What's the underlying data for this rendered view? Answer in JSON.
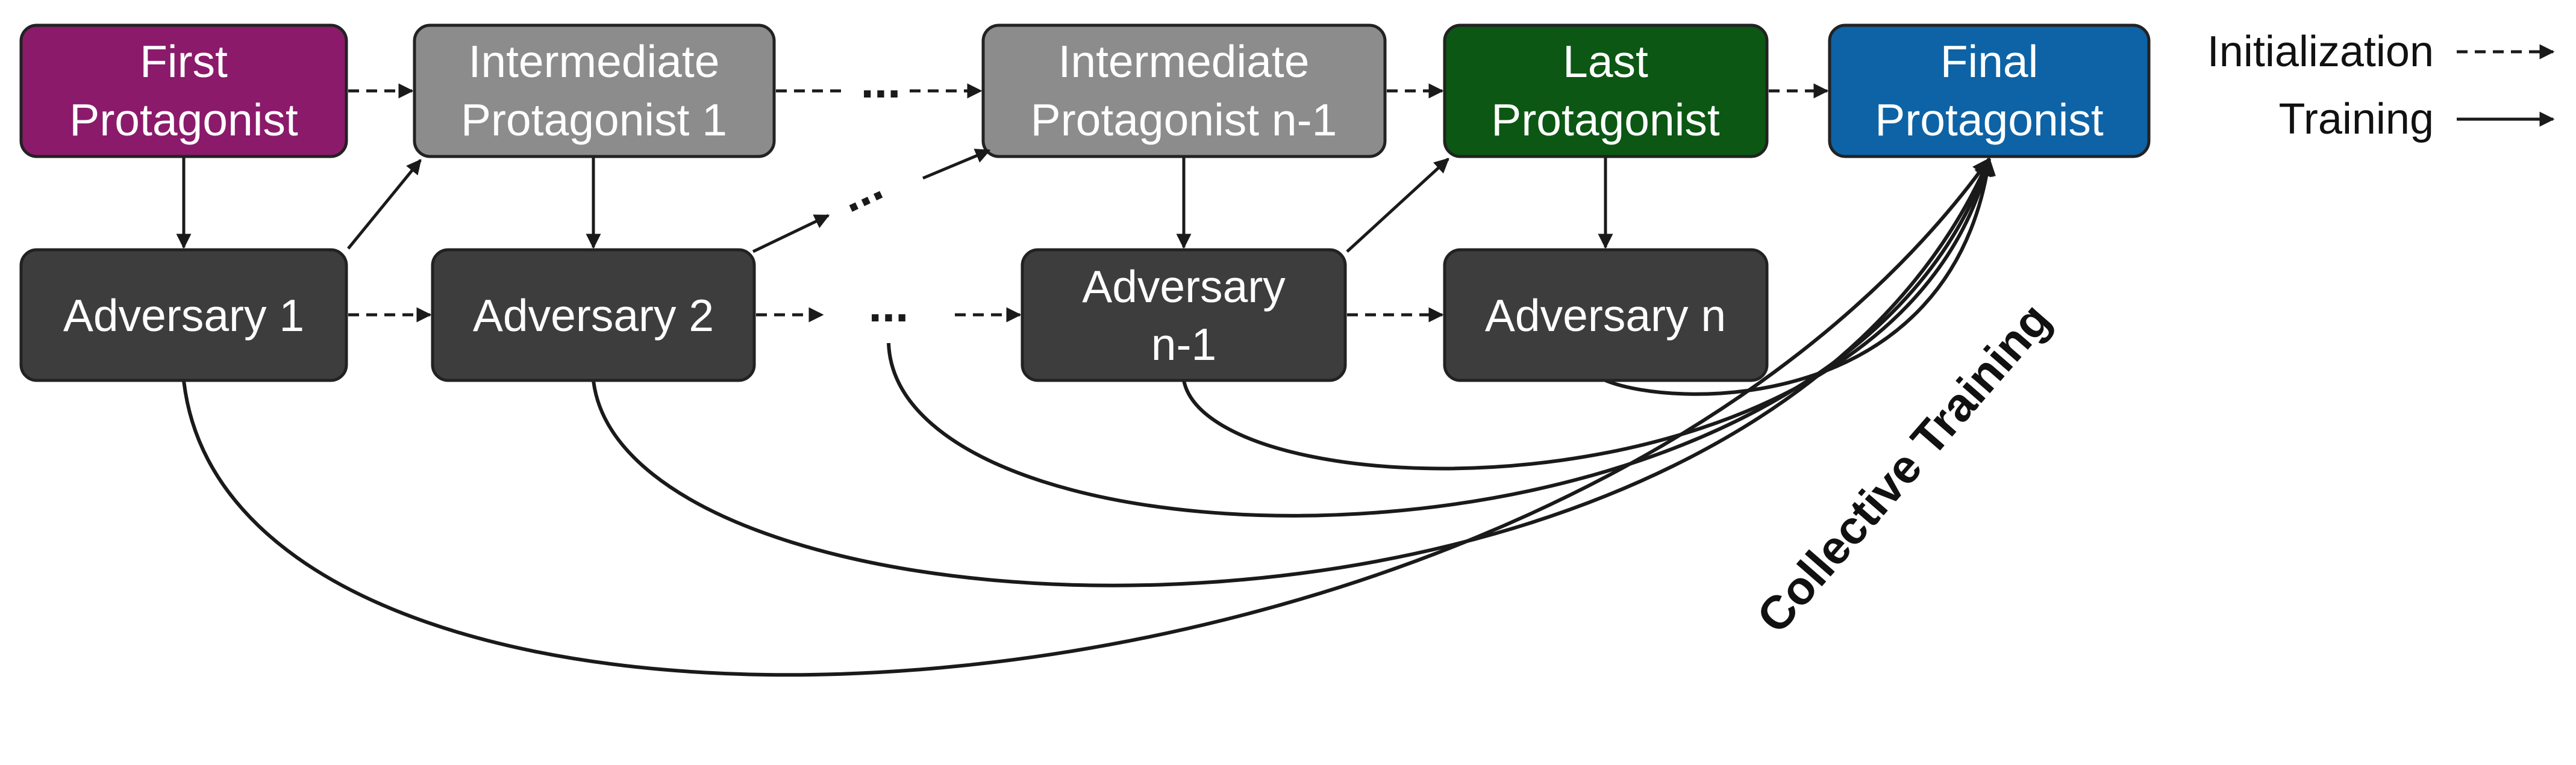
{
  "nodes": {
    "first_protagonist": {
      "line1": "First",
      "line2": "Protagonist",
      "color": "#8b1a6b"
    },
    "intermediate_protagonist_1": {
      "line1": "Intermediate",
      "line2": "Protagonist 1",
      "color": "#8c8c8c"
    },
    "intermediate_protagonist_n1": {
      "line1": "Intermediate",
      "line2": "Protagonist n-1",
      "color": "#8c8c8c"
    },
    "last_protagonist": {
      "line1": "Last",
      "line2": "Protagonist",
      "color": "#0b5713"
    },
    "final_protagonist": {
      "line1": "Final",
      "line2": "Protagonist",
      "color": "#0d63a5"
    },
    "adversary_1": {
      "label": "Adversary 1",
      "color": "#3d3d3d"
    },
    "adversary_2": {
      "label": "Adversary 2",
      "color": "#3d3d3d"
    },
    "adversary_n1": {
      "line1": "Adversary",
      "line2": "n-1",
      "color": "#3d3d3d"
    },
    "adversary_n": {
      "label": "Adversary n",
      "color": "#3d3d3d"
    }
  },
  "ellipsis": "...",
  "legend": {
    "initialization": "Initialization",
    "training": "Training"
  },
  "collective_label": "Collective Training"
}
